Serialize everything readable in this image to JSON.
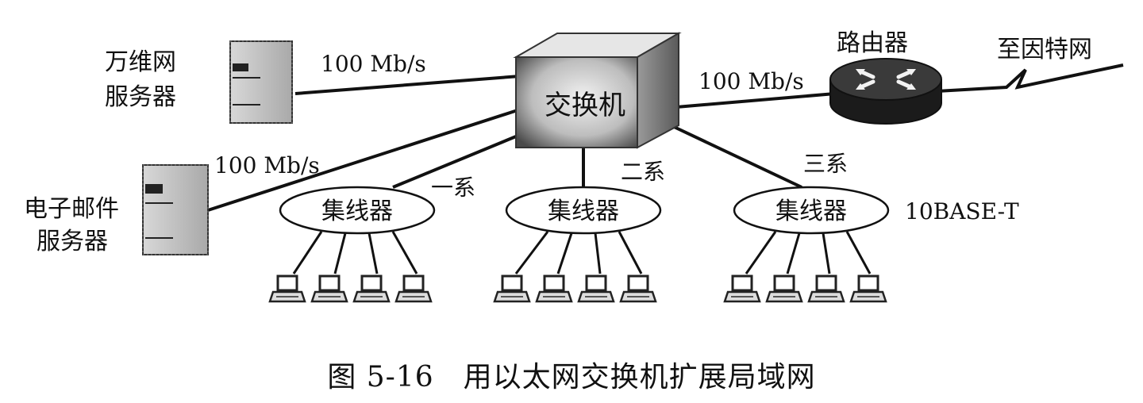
{
  "diagram": {
    "server_web_line1": "万维网",
    "server_web_line2": "服务器",
    "server_mail_line1": "电子邮件",
    "server_mail_line2": "服务器",
    "switch_label": "交换机",
    "router_label": "路由器",
    "internet_label": "至因特网",
    "speed_web": "100 Mb/s",
    "speed_mail": "100 Mb/s",
    "speed_router": "100 Mb/s",
    "dept1": "一系",
    "dept2": "二系",
    "dept3": "三系",
    "hub1": "集线器",
    "hub2": "集线器",
    "hub3": "集线器",
    "hub_type": "10BASE-T",
    "caption": "图 5-16　用以太网交换机扩展局域网"
  }
}
